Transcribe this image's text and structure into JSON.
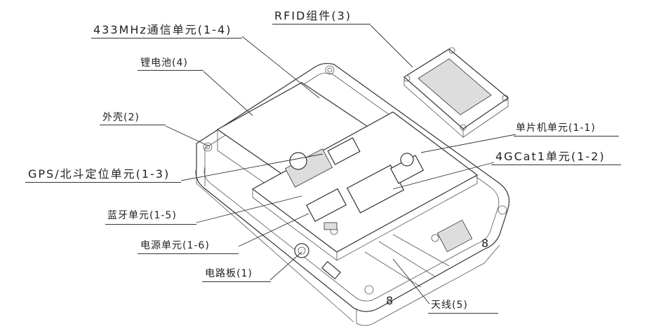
{
  "labels": {
    "rfid": "RFID组件(3)",
    "m433": "433MHz通信单元(1-4)",
    "battery": "锂电池(4)",
    "shell": "外壳(2)",
    "mcu": "单片机单元(1-1)",
    "gps": "GPS/北斗定位单元(1-3)",
    "lte": "4GCat1单元(1-2)",
    "bluetooth": "蓝牙单元(1-5)",
    "power": "电源单元(1-6)",
    "board": "电路板(1)",
    "antenna": "天线(5)"
  },
  "markings": {
    "corner_right": "8",
    "corner_bottom": "8"
  }
}
